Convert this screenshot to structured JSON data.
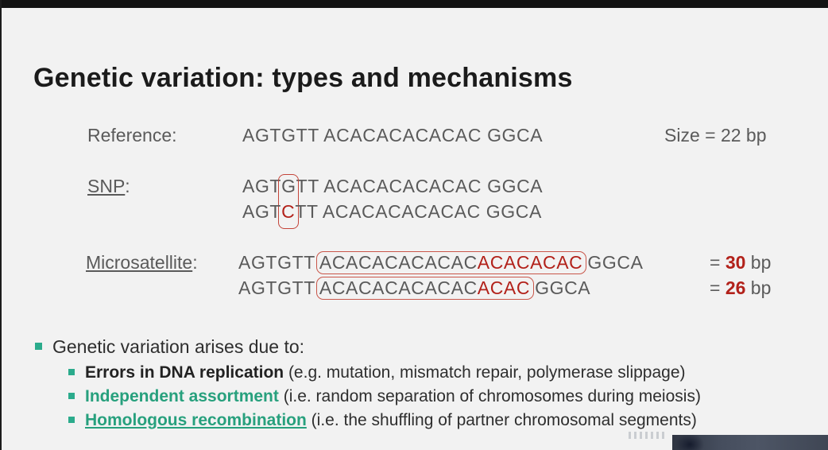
{
  "slide": {
    "title": "Genetic variation: types and mechanisms"
  },
  "sequence_panel": {
    "reference": {
      "label": "Reference:",
      "sequence": "AGTGTT ACACACACACAC GGCA",
      "size_label": "Size = 22 bp"
    },
    "snp": {
      "label": "SNP",
      "label_suffix": ":",
      "line1": {
        "pre": "AGT",
        "variant": "G",
        "post": "TT ACACACACACAC GGCA"
      },
      "line2": {
        "pre": "AGT",
        "variant": "C",
        "post": "TT ACACACACACAC GGCA"
      }
    },
    "microsatellite": {
      "label": "Microsatellite",
      "label_suffix": ":",
      "line1": {
        "pre": "AGTGTT",
        "repeat_gray": "ACACACACACAC",
        "repeat_red": "ACACACAC",
        "post": "GGCA",
        "eq": "= ",
        "size_value": "30",
        "size_unit": " bp"
      },
      "line2": {
        "pre": "AGTGTT",
        "repeat_gray": "ACACACACACAC",
        "repeat_red": "ACAC",
        "post": "GGCA",
        "eq": "= ",
        "size_value": "26",
        "size_unit": " bp"
      }
    }
  },
  "bullets": {
    "main": "Genetic variation arises due to:",
    "items": [
      {
        "bold": "Errors in DNA replication",
        "rest": " (e.g. mutation, mismatch repair, polymerase slippage)"
      },
      {
        "bold": "Independent assortment",
        "rest": " (i.e. random separation of chromosomes during meiosis)"
      },
      {
        "bold": "Homologous recombination",
        "rest": " (i.e. the shuffling of partner chromosomal segments)"
      }
    ]
  },
  "colors": {
    "accent_teal": "#27a07d",
    "annotation_red": "#b2211a",
    "box_border_red": "#c4453a",
    "sequence_gray": "#5a5a5a"
  }
}
